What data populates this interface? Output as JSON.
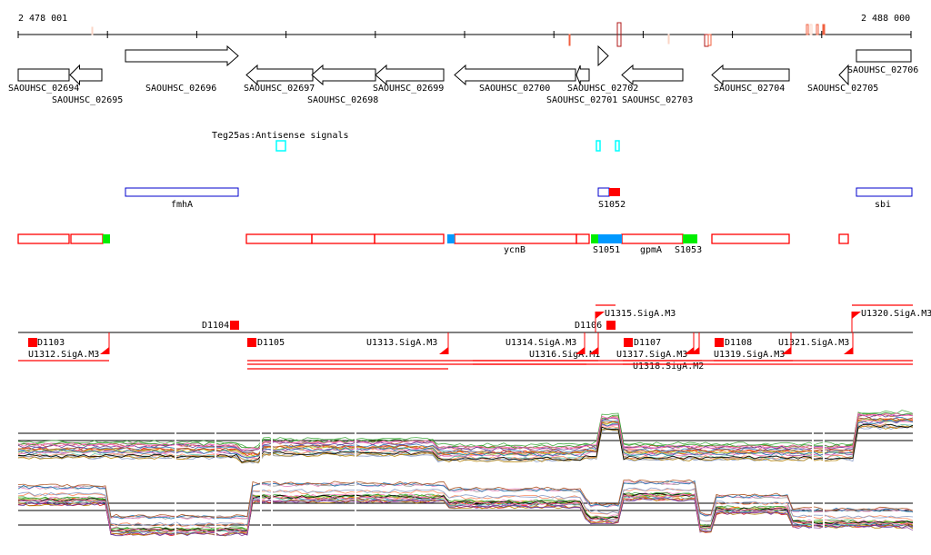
{
  "ruler": {
    "start_label": "2 478 001",
    "end_label": "2 488 000"
  },
  "genes": [
    "SAOUHSC_02694",
    "SAOUHSC_02695",
    "SAOUHSC_02696",
    "SAOUHSC_02697",
    "SAOUHSC_02698",
    "SAOUHSC_02699",
    "SAOUHSC_02700",
    "SAOUHSC_02701",
    "SAOUHSC_02702",
    "SAOUHSC_02703",
    "SAOUHSC_02704",
    "SAOUHSC_02705",
    "SAOUHSC_02706"
  ],
  "antisense_track": {
    "title": "Teg25as:Antisense signals"
  },
  "gene_names": [
    "fmhA",
    "S1052",
    "sbi"
  ],
  "operon_labels": [
    "ycnB",
    "S1051",
    "gpmA",
    "S1053"
  ],
  "promoter_labels": [
    "D1103",
    "D1104",
    "D1105",
    "D1106",
    "D1107",
    "D1108",
    "U1312.SigA.M3",
    "U1313.SigA.M3",
    "U1314.SigA.M3",
    "U1316.SigA.M1",
    "U1315.SigA.M3",
    "U1317.SigA.M3",
    "U1318.SigA.M2",
    "U1319.SigA.M3",
    "U1321.SigA.M3",
    "U1320.SigA.M3"
  ],
  "colors": {
    "red": "#ff0000",
    "blue": "#0000cc",
    "cyan": "#00ffff",
    "green": "#00ee00",
    "lightblue": "#0099ff"
  }
}
